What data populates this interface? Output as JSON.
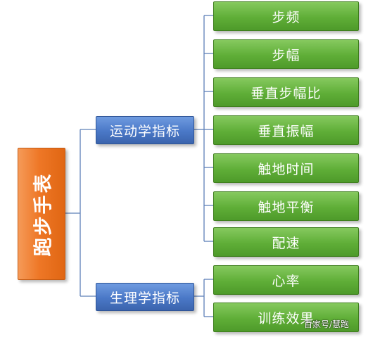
{
  "diagram": {
    "root": {
      "label": "跑步手表"
    },
    "categories": [
      {
        "label": "运动学指标",
        "children": [
          "步频",
          "步幅",
          "垂直步幅比",
          "垂直振幅",
          "触地时间",
          "触地平衡",
          "配速"
        ]
      },
      {
        "label": "生理学指标",
        "children": [
          "心率",
          "训练效果"
        ]
      }
    ],
    "colors": {
      "root": "#ee7726",
      "category": "#4a78c7",
      "leaf": "#5fae37",
      "connector": "#5e80b8"
    }
  },
  "watermark": "百家号/慧跑"
}
